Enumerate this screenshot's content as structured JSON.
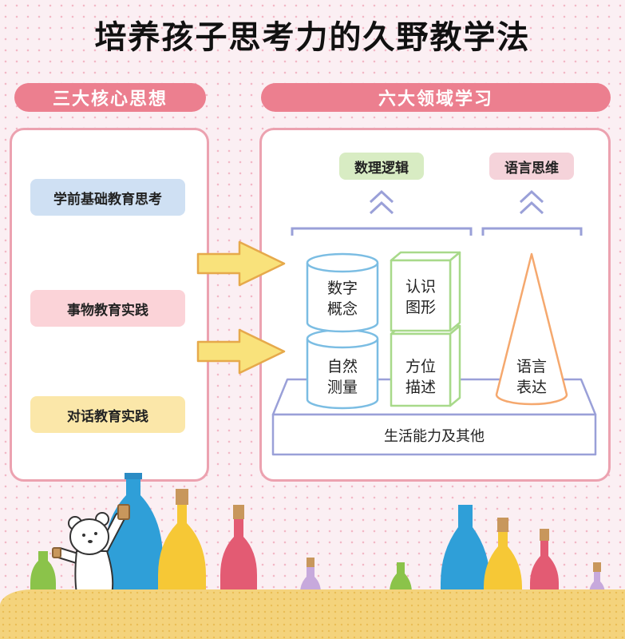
{
  "title": "培养孩子思考力的久野教学法",
  "left_section": {
    "heading": "三大核心思想",
    "items": [
      {
        "label": "学前基础教育思考",
        "color": "#cfe0f3"
      },
      {
        "label": "事物教育实践",
        "color": "#fbd3d8"
      },
      {
        "label": "对话教育实践",
        "color": "#fbe7a9"
      }
    ]
  },
  "right_section": {
    "heading": "六大领域学习",
    "top_labels": [
      {
        "label": "数理逻辑",
        "color": "#d8ecc3"
      },
      {
        "label": "语言思维",
        "color": "#f5d3da"
      }
    ],
    "blocks": {
      "cylinder_top": [
        "数字",
        "概念"
      ],
      "cylinder_bottom": [
        "自然",
        "测量"
      ],
      "cube_top": [
        "认识",
        "图形"
      ],
      "cube_bottom": [
        "方位",
        "描述"
      ],
      "cone": [
        "语言",
        "表达"
      ]
    },
    "base": "生活能力及其他"
  },
  "colors": {
    "accent_pink": "#ec7f8f",
    "arrow_yellow": "#f9e27b",
    "cylinder_blue": "#7bbde3",
    "cube_green": "#a8d98a",
    "cone_orange": "#f5a86e",
    "base_purple": "#9aa0d8"
  }
}
